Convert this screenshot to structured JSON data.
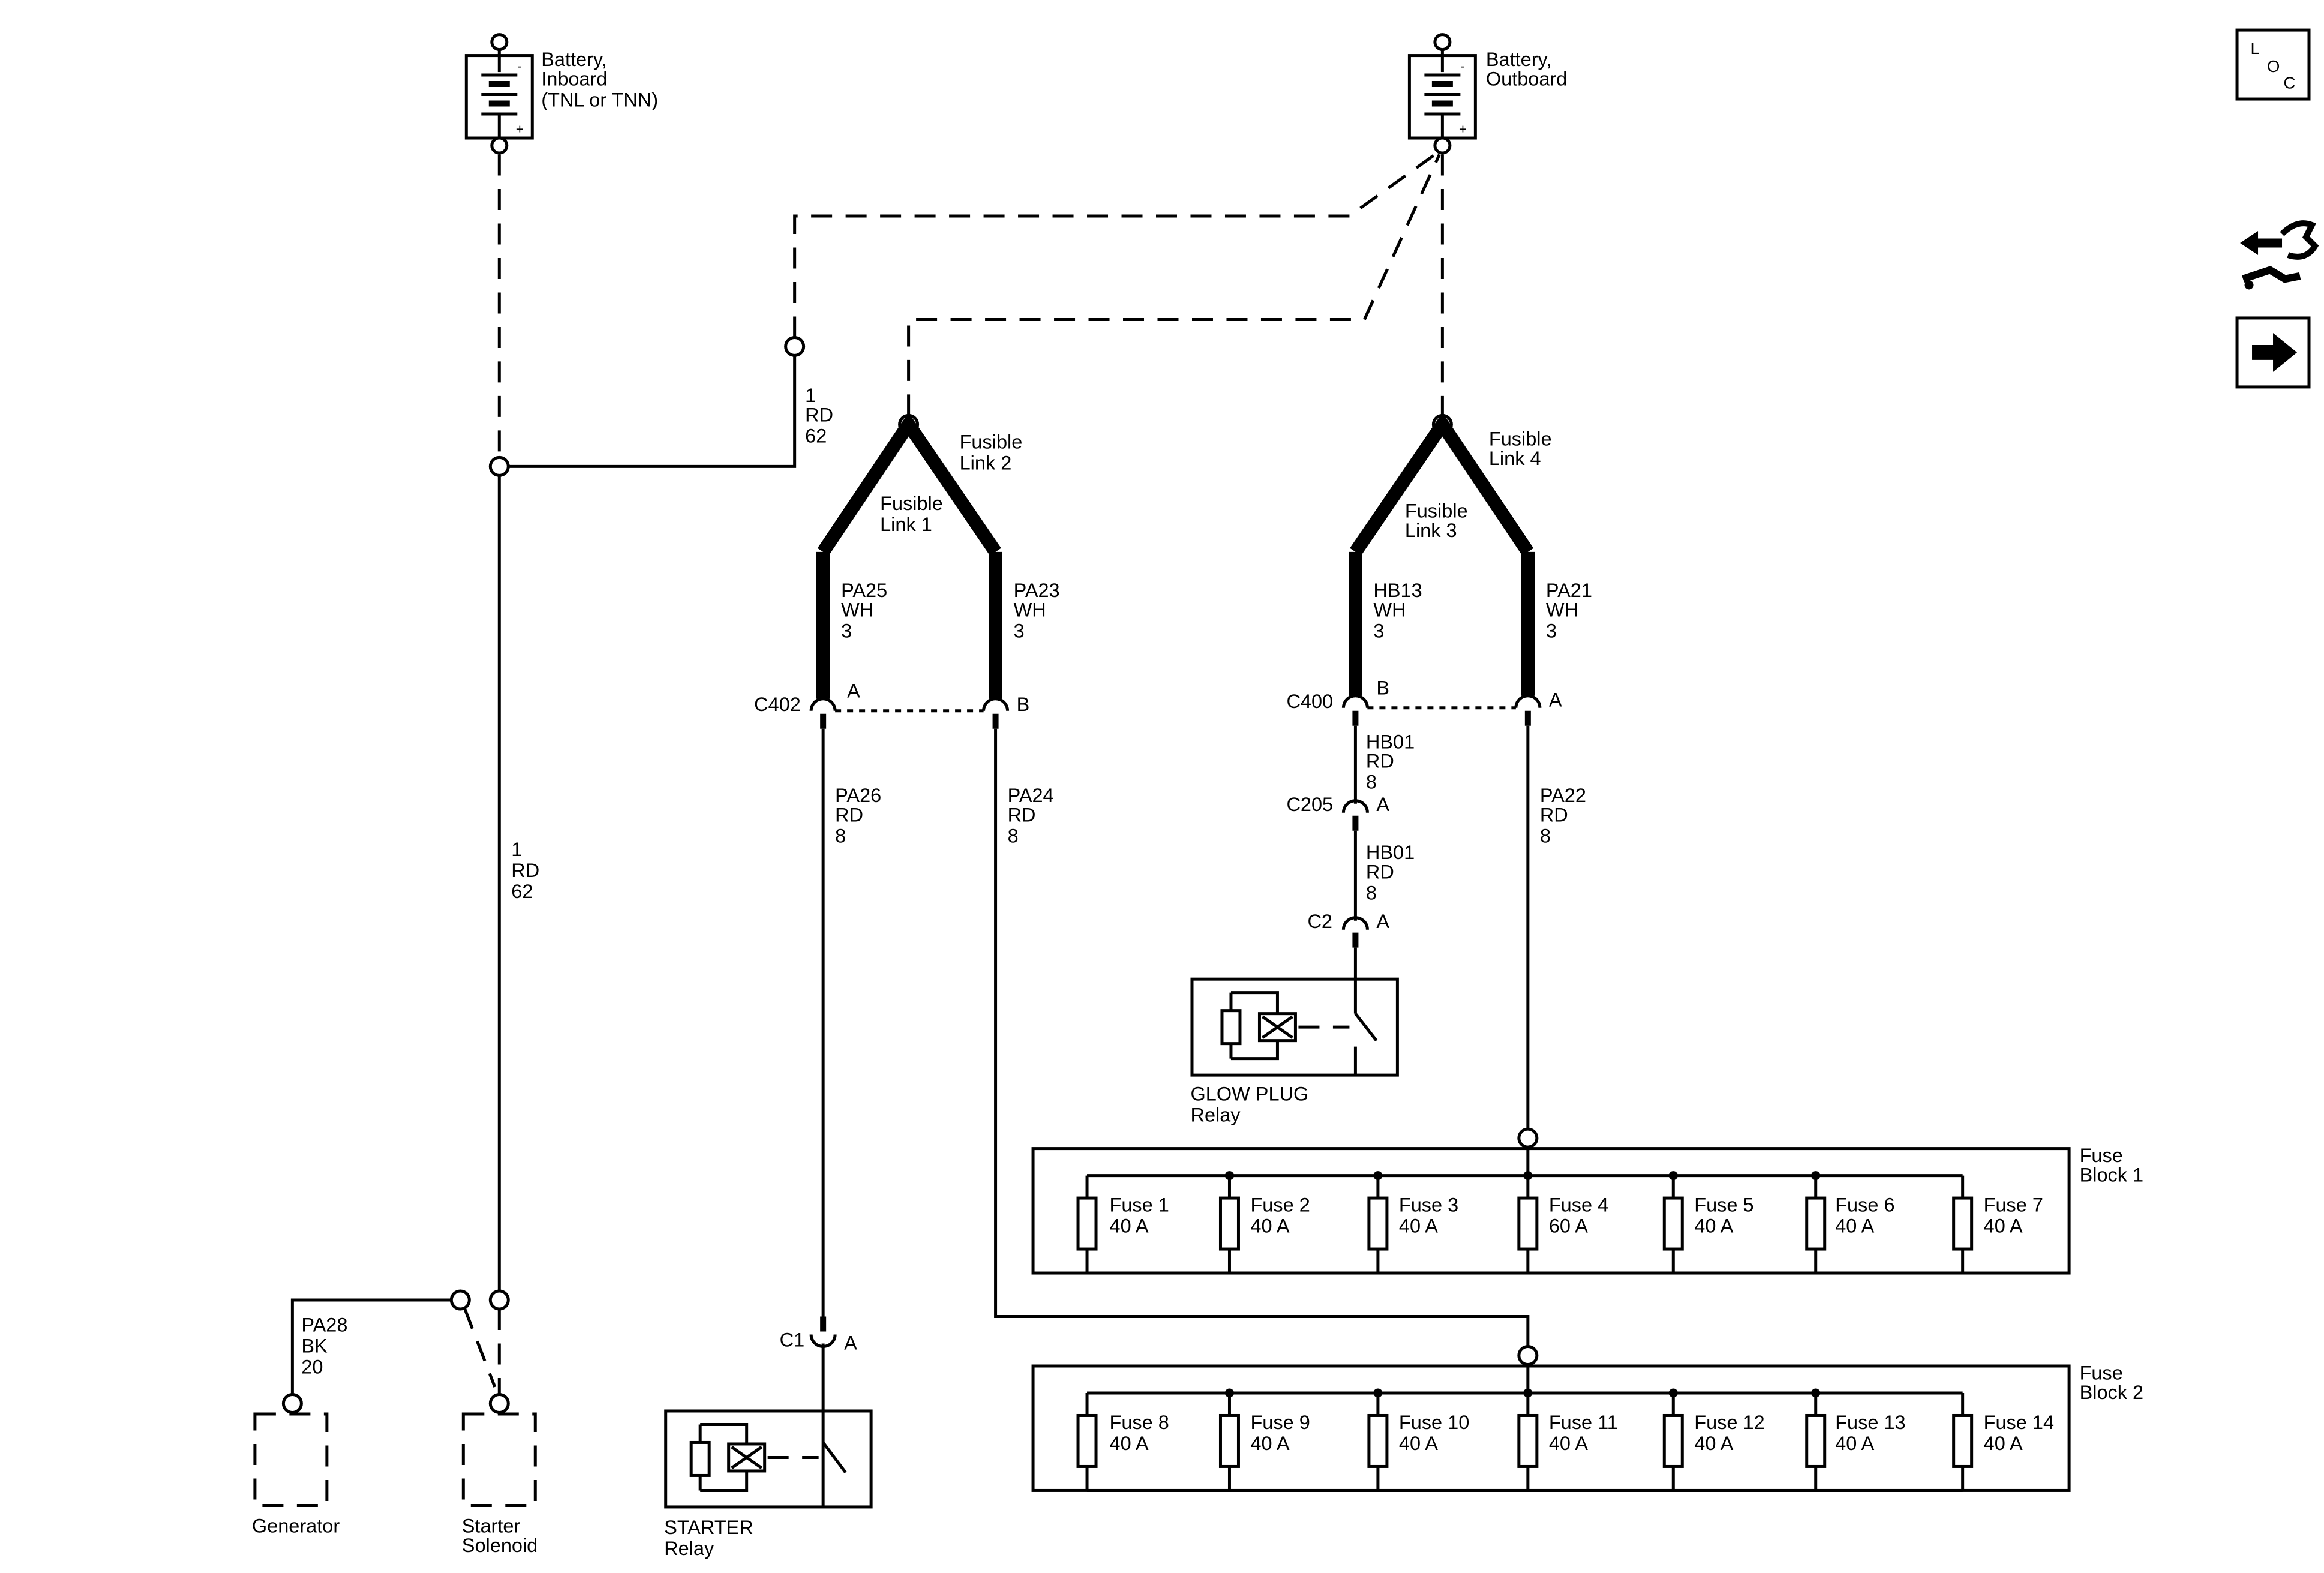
{
  "battery_inboard": {
    "name": "Battery,",
    "line2": "Inboard",
    "line3": "(TNL or TNN)",
    "minus": "-",
    "plus": "+"
  },
  "battery_outboard": {
    "name": "Battery,",
    "line2": "Outboard",
    "minus": "-",
    "plus": "+"
  },
  "loc_icon": {
    "letters": [
      "L",
      "O",
      "C"
    ]
  },
  "wire_main": {
    "gauge": "1",
    "color": "RD",
    "size": "62"
  },
  "wire_main_lower": {
    "gauge": "1",
    "color": "RD",
    "size": "62"
  },
  "fusible_links": [
    {
      "line1": "Fusible",
      "line2": "Link 1"
    },
    {
      "line1": "Fusible",
      "line2": "Link 2"
    },
    {
      "line1": "Fusible",
      "line2": "Link 3"
    },
    {
      "line1": "Fusible",
      "line2": "Link 4"
    }
  ],
  "upper_wires": [
    {
      "circuit": "PA25",
      "color": "WH",
      "size": "3"
    },
    {
      "circuit": "PA23",
      "color": "WH",
      "size": "3"
    },
    {
      "circuit": "HB13",
      "color": "WH",
      "size": "3"
    },
    {
      "circuit": "PA21",
      "color": "WH",
      "size": "3"
    }
  ],
  "connectors": {
    "c402": {
      "name": "C402",
      "pin_a": "A",
      "pin_b": "B"
    },
    "c400": {
      "name": "C400",
      "pin_b": "B",
      "pin_a": "A"
    },
    "c205": {
      "name": "C205",
      "pin": "A"
    },
    "c2": {
      "name": "C2",
      "pin": "A"
    },
    "c1": {
      "name": "C1",
      "pin": "A"
    }
  },
  "lower_wires": [
    {
      "circuit": "PA26",
      "color": "RD",
      "size": "8"
    },
    {
      "circuit": "PA24",
      "color": "RD",
      "size": "8"
    },
    {
      "circuit": "HB01",
      "color": "RD",
      "size": "8"
    },
    {
      "circuit": "HB01",
      "color": "RD",
      "size": "8"
    },
    {
      "circuit": "PA22",
      "color": "RD",
      "size": "8"
    }
  ],
  "wire_pa28": {
    "circuit": "PA28",
    "color": "BK",
    "size": "20"
  },
  "glow_relay": {
    "line1": "GLOW PLUG",
    "line2": "Relay"
  },
  "starter_relay": {
    "line1": "STARTER",
    "line2": "Relay"
  },
  "generator": {
    "label": "Generator"
  },
  "starter_solenoid": {
    "line1": "Starter",
    "line2": "Solenoid"
  },
  "fuse_block_1": {
    "line1": "Fuse",
    "line2": "Block 1",
    "fuses": [
      {
        "name": "Fuse 1",
        "rating": "40 A"
      },
      {
        "name": "Fuse 2",
        "rating": "40 A"
      },
      {
        "name": "Fuse 3",
        "rating": "40 A"
      },
      {
        "name": "Fuse 4",
        "rating": "60 A"
      },
      {
        "name": "Fuse 5",
        "rating": "40 A"
      },
      {
        "name": "Fuse 6",
        "rating": "40 A"
      },
      {
        "name": "Fuse 7",
        "rating": "40 A"
      }
    ]
  },
  "fuse_block_2": {
    "line1": "Fuse",
    "line2": "Block 2",
    "fuses": [
      {
        "name": "Fuse 8",
        "rating": "40 A"
      },
      {
        "name": "Fuse 9",
        "rating": "40 A"
      },
      {
        "name": "Fuse 10",
        "rating": "40 A"
      },
      {
        "name": "Fuse 11",
        "rating": "40 A"
      },
      {
        "name": "Fuse 12",
        "rating": "40 A"
      },
      {
        "name": "Fuse 13",
        "rating": "40 A"
      },
      {
        "name": "Fuse 14",
        "rating": "40 A"
      }
    ]
  }
}
